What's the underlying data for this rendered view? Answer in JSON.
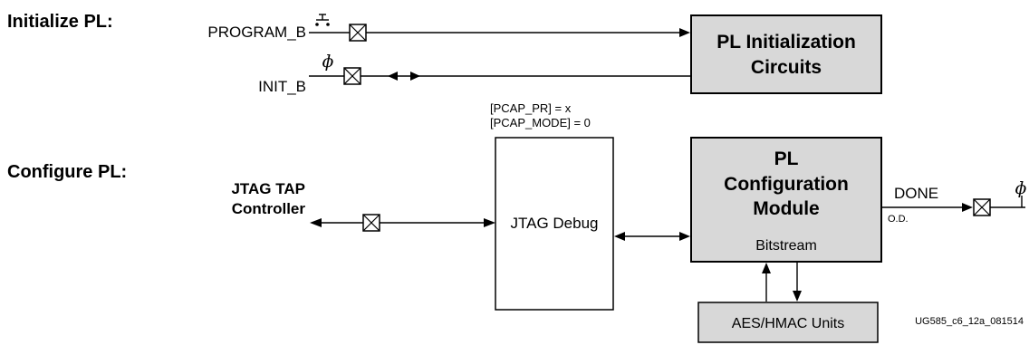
{
  "sections": {
    "initialize": "Initialize PL:",
    "configure": "Configure PL:"
  },
  "signals": {
    "program_b": "PROGRAM_B",
    "init_b": "INIT_B",
    "done": "DONE",
    "od": "O.D."
  },
  "blocks": {
    "init_circuits": [
      "PL Initialization",
      "Circuits"
    ],
    "jtag_tap": [
      "JTAG TAP",
      "Controller"
    ],
    "jtag_debug": "JTAG Debug",
    "config_module": [
      "PL",
      "Configuration",
      "Module"
    ],
    "bitstream": "Bitstream",
    "aes_hmac": "AES/HMAC Units"
  },
  "register_notes": [
    "[PCAP_PR] = x",
    "[PCAP_MODE] = 0"
  ],
  "figure_id": "UG585_c6_12a_081514",
  "icons": {
    "program_b_pin": "pushbutton-switch-icon",
    "init_b_pin": "pullup-resistor-icon",
    "done_pin": "pullup-resistor-icon",
    "pad": "io-pad-x-box-icon"
  },
  "colors": {
    "block_fill_grey": "#d8d8d8",
    "line": "#000000"
  }
}
